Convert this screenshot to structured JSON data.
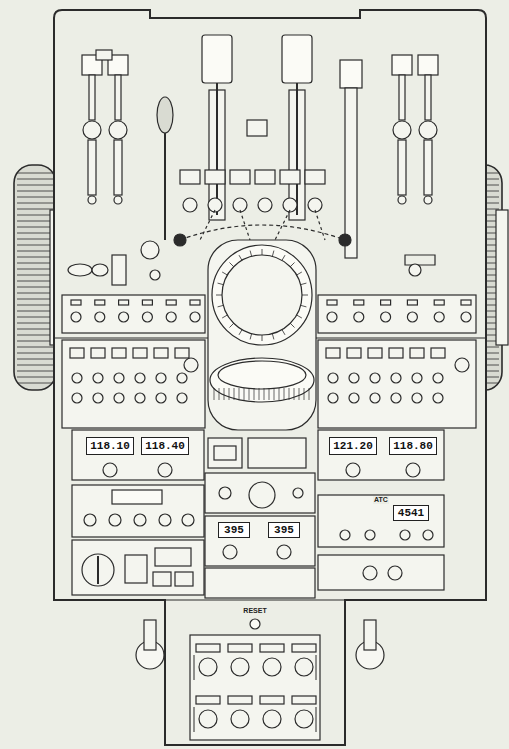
{
  "diagram": {
    "nodes": [
      {
        "text": [
          "118.10"
        ]
      },
      {
        "text": [
          "118.40"
        ]
      },
      {
        "text": [
          "121.20"
        ]
      },
      {
        "text": [
          "118.80"
        ]
      },
      {
        "text": [
          "395"
        ]
      },
      {
        "text": [
          "395"
        ]
      },
      {
        "text": [
          "4541"
        ]
      }
    ],
    "labels": [
      "ATC",
      "RESET"
    ]
  }
}
